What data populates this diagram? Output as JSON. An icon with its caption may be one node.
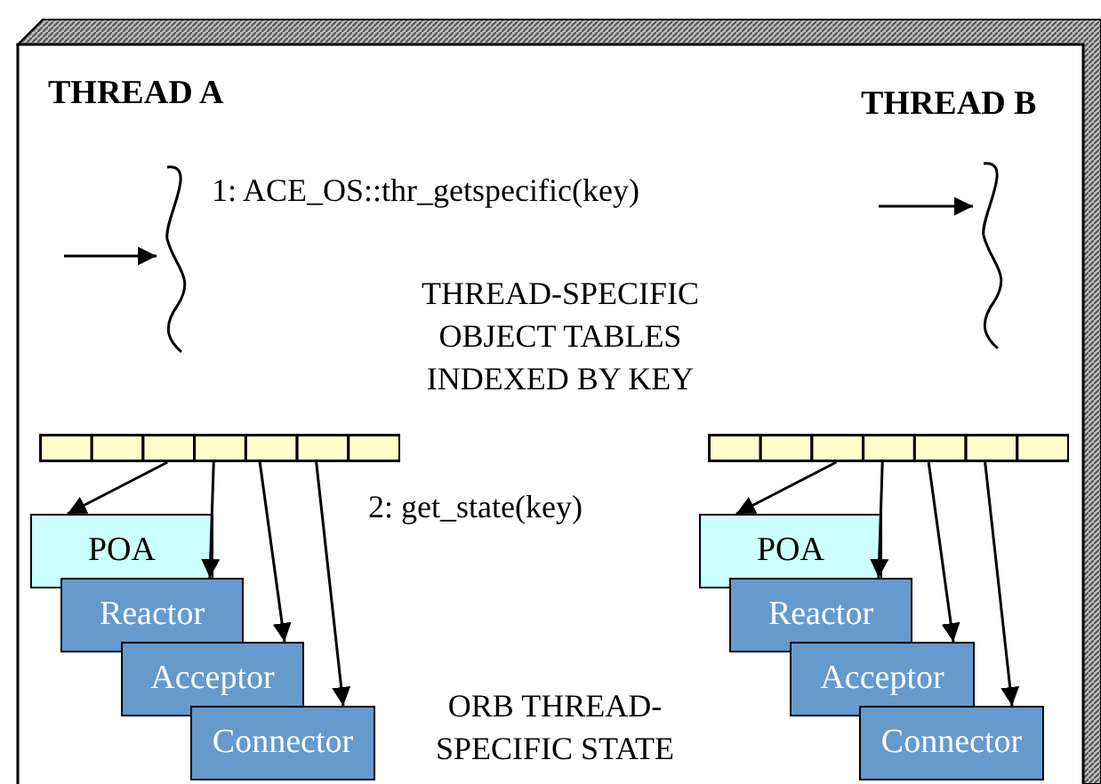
{
  "diagram": {
    "nodes": [
      {
        "text": [],
        "shape": "line"
      },
      {
        "text": [],
        "shape": "line"
      },
      {
        "text": [],
        "shape": "bar"
      },
      {
        "text": [
          "POA"
        ]
      },
      {
        "text": [
          "Reactor"
        ]
      },
      {
        "text": [
          "Acceptor"
        ]
      },
      {
        "text": [
          "Connector"
        ]
      },
      {
        "text": [],
        "shape": "bar"
      },
      {
        "text": [
          "POA"
        ]
      },
      {
        "text": [
          "Reactor"
        ]
      },
      {
        "text": [
          "Acceptor"
        ]
      },
      {
        "text": [
          "Connector"
        ]
      }
    ],
    "edges": [
      {
        "from": null,
        "to": 0,
        "arrow": "to"
      },
      {
        "from": null,
        "to": 1,
        "arrow": "to"
      },
      {
        "from": 2,
        "to": 3,
        "arrow": "to"
      },
      {
        "from": 2,
        "to": 4,
        "arrow": "to"
      },
      {
        "from": 2,
        "to": 5,
        "arrow": "to"
      },
      {
        "from": 2,
        "to": 6,
        "arrow": "to"
      },
      {
        "from": 7,
        "to": 8,
        "arrow": "to"
      },
      {
        "from": 7,
        "to": 9,
        "arrow": "to"
      },
      {
        "from": 7,
        "to": 10,
        "arrow": "to"
      },
      {
        "from": 7,
        "to": 11,
        "arrow": "to"
      }
    ],
    "labels": [
      "THREAD A",
      "THREAD B",
      "1: ACE_OS::thr_getspecific(key)",
      "THREAD-SPECIFIC OBJECT TABLES INDEXED BY KEY",
      "2: get_state(key)",
      "ORB THREAD-SPECIFIC STATE"
    ]
  }
}
